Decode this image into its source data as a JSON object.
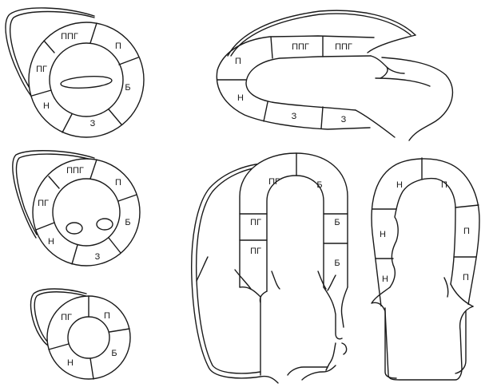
{
  "views": {
    "short_axis_basal": {
      "segments": [
        "ППГ",
        "П",
        "Б",
        "З",
        "Н",
        "ПГ"
      ]
    },
    "short_axis_mid": {
      "segments": [
        "ППГ",
        "П",
        "Б",
        "З",
        "Н",
        "ПГ"
      ]
    },
    "short_axis_apical": {
      "segments": [
        "ПГ",
        "П",
        "Б",
        "Н"
      ]
    },
    "long_axis": {
      "segments": [
        "ППГ",
        "ППГ",
        "П",
        "Н",
        "З",
        "З"
      ]
    },
    "four_chamber": {
      "segments": [
        "ПГ",
        "Б",
        "ПГ",
        "Б",
        "ПГ",
        "Б"
      ]
    },
    "two_chamber": {
      "segments": [
        "Н",
        "П",
        "Н",
        "П",
        "Н",
        "П"
      ]
    }
  }
}
